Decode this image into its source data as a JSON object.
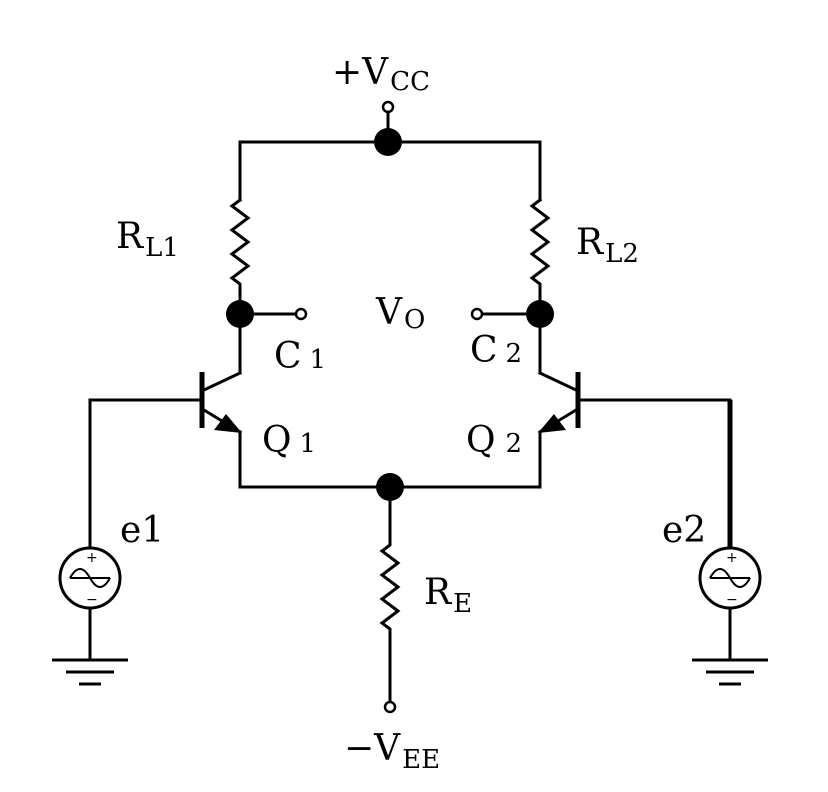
{
  "labels": {
    "vcc": {
      "main": "+V",
      "sub": "CC"
    },
    "vee": {
      "main": "−V",
      "sub": "EE"
    },
    "rl1": {
      "main": "R",
      "sub": "L1"
    },
    "rl2": {
      "main": "R",
      "sub": "L2"
    },
    "re": {
      "main": "R",
      "sub": "E"
    },
    "vo": {
      "main": "V",
      "sub": "O"
    },
    "c1": {
      "main": "C",
      "sub": "1"
    },
    "c2": {
      "main": "C",
      "sub": "2"
    },
    "q1": {
      "main": "Q",
      "sub": "1"
    },
    "q2": {
      "main": "Q",
      "sub": "2"
    },
    "e1": "e1",
    "e2": "e2",
    "plus": "+",
    "minus": "−"
  }
}
